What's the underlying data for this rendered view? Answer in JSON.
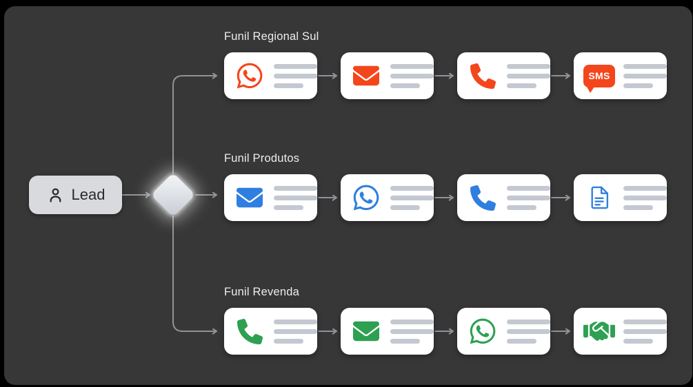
{
  "colors": {
    "background": "#000000",
    "panel": "#373737",
    "connector": "#90939A",
    "card": "#FFFFFF",
    "skeleton_line": "#C4C8D0",
    "lead_bg": "#D8DADE",
    "lead_text": "#2A2A2E",
    "title_text": "#EDEDED"
  },
  "lead": {
    "label": "Lead",
    "icon": "person-icon"
  },
  "decision": {
    "icon": "diamond-decision-node"
  },
  "branches": [
    {
      "title": "Funil Regional Sul",
      "accent": "#F4461C",
      "steps": [
        {
          "icon": "whatsapp-icon"
        },
        {
          "icon": "email-icon"
        },
        {
          "icon": "phone-icon"
        },
        {
          "icon": "sms-icon",
          "label": "SMS"
        }
      ]
    },
    {
      "title": "Funil Produtos",
      "accent": "#2F7FE0",
      "steps": [
        {
          "icon": "email-icon"
        },
        {
          "icon": "whatsapp-icon"
        },
        {
          "icon": "phone-icon"
        },
        {
          "icon": "document-icon"
        }
      ]
    },
    {
      "title": "Funil Revenda",
      "accent": "#2EA052",
      "steps": [
        {
          "icon": "phone-icon"
        },
        {
          "icon": "email-icon"
        },
        {
          "icon": "whatsapp-icon"
        },
        {
          "icon": "handshake-icon"
        }
      ]
    }
  ]
}
